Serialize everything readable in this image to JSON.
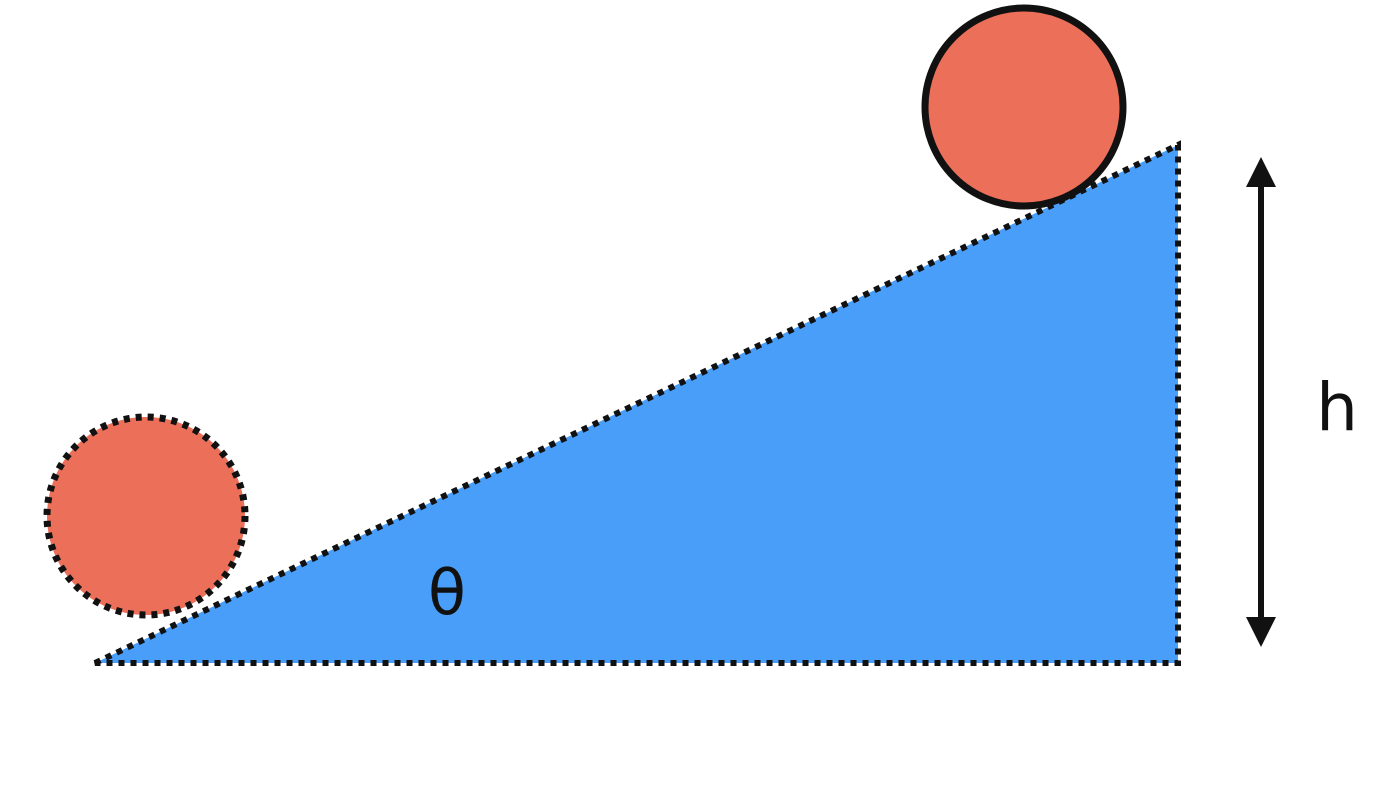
{
  "diagram": {
    "labels": {
      "angle": "θ",
      "height": "h"
    },
    "colors": {
      "incline_fill": "#489ef8",
      "ball_fill": "#ec6f5a",
      "stroke": "#111111",
      "background": "#ffffff"
    },
    "elements": {
      "incline": "right-triangle",
      "ball_top": "solid-outline",
      "ball_bottom": "dotted-outline",
      "height_arrow": "double-headed-vertical"
    }
  }
}
